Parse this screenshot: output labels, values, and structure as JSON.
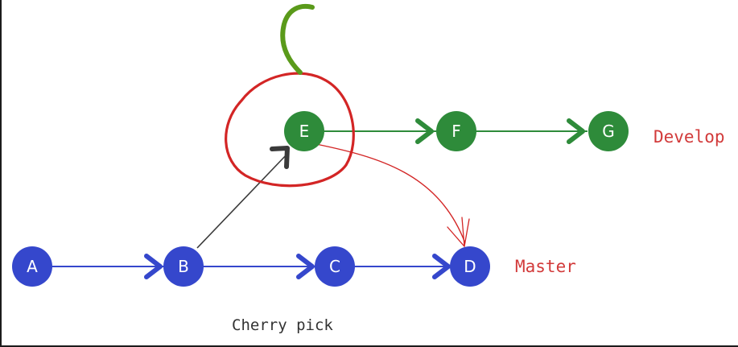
{
  "nodes": {
    "a": "A",
    "b": "B",
    "c": "C",
    "d": "D",
    "e": "E",
    "f": "F",
    "g": "G"
  },
  "branches": {
    "develop": "Develop",
    "master": "Master"
  },
  "caption": "Cherry pick",
  "colors": {
    "master": "#3547cc",
    "develop": "#2e8b3a",
    "highlight": "#d32525",
    "stem": "#5a9a1a",
    "pointer": "#3a3a3a"
  }
}
